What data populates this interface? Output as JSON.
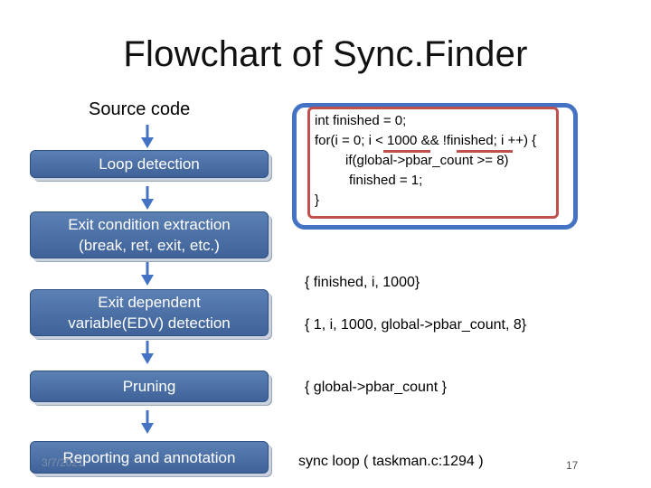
{
  "title": "Flowchart of Sync.Finder",
  "source_label": "Source code",
  "steps": [
    {
      "label": "Loop detection"
    },
    {
      "label_line1": "Exit condition extraction",
      "label_line2": "(break, ret, exit, etc.)"
    },
    {
      "label_line1": "Exit dependent",
      "label_line2": "variable(EDV) detection"
    },
    {
      "label": "Pruning"
    },
    {
      "label": "Reporting and annotation"
    }
  ],
  "code_lines": [
    "int finished = 0;",
    "for(i = 0; i < 1000 && !finished; i ++) {",
    "if(global->pbar_count >= 8)",
    "finished = 1;",
    "}"
  ],
  "results": [
    "{ finished, i, 1000}",
    "{ 1, i, 1000, global->pbar_count, 8}",
    "{ global->pbar_count }",
    "sync loop ( taskman.c:1294 )"
  ],
  "date_text": "3/7/2021",
  "page_number": "17",
  "colors": {
    "step_fill": "#4a6fa5",
    "arrow": "#4472c4",
    "code_box_border": "#4472c4",
    "highlight_border": "#c0504d"
  }
}
